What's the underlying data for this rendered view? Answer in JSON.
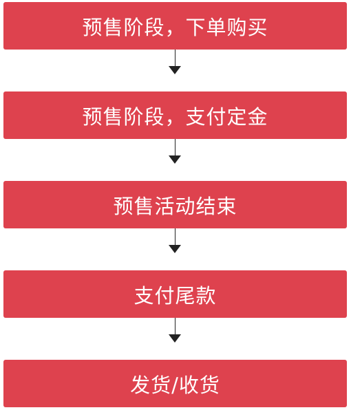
{
  "flow": {
    "steps": [
      {
        "label": "预售阶段，下单购买"
      },
      {
        "label": "预售阶段，支付定金"
      },
      {
        "label": "预售活动结束"
      },
      {
        "label": "支付尾款"
      },
      {
        "label": "发货/收货"
      }
    ],
    "colors": {
      "box": "#de424e",
      "text": "#ffffff",
      "arrow": "#222222"
    }
  }
}
